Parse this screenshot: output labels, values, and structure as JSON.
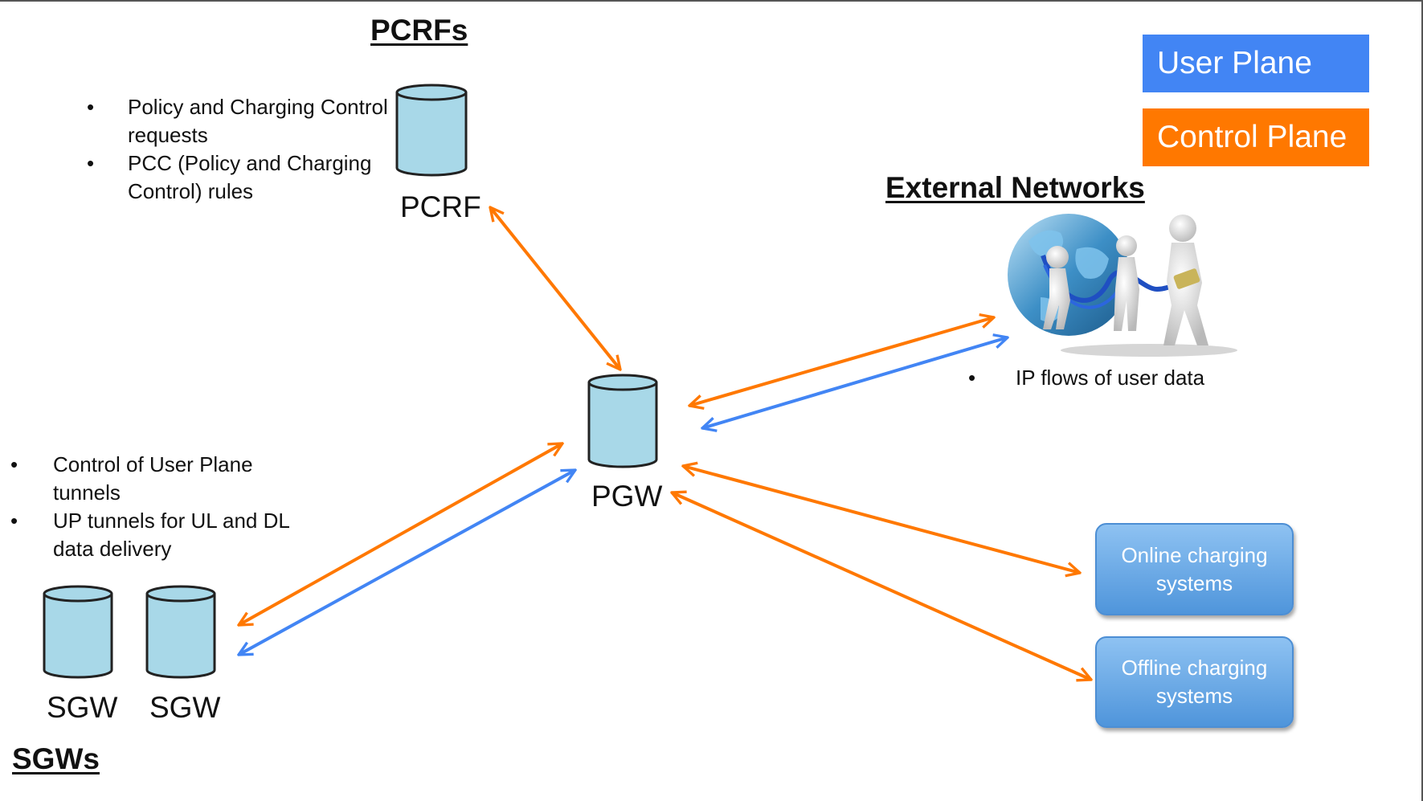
{
  "colors": {
    "user_plane": "#4285f4",
    "control_plane": "#ff7800",
    "database_fill": "#a8d8e8",
    "system_box": "#5a9de0"
  },
  "legend": {
    "user_plane": "User Plane",
    "control_plane": "Control Plane"
  },
  "headings": {
    "pcrfs": "PCRFs",
    "external_networks": "External Networks",
    "sgws": "SGWs"
  },
  "nodes": {
    "pcrf": "PCRF",
    "pgw": "PGW",
    "sgw_1": "SGW",
    "sgw_2": "SGW"
  },
  "notes": {
    "pcrf": [
      "Policy and Charging Control requests",
      "PCC (Policy and Charging Control) rules"
    ],
    "external": [
      "IP flows of user data"
    ],
    "sgw": [
      "Control of User Plane tunnels",
      "UP tunnels for UL and DL data delivery"
    ]
  },
  "systems": {
    "online": "Online charging systems",
    "offline": "Offline charging systems"
  },
  "icons": {
    "database": "cylinder-database-icon",
    "external": "globe-with-people-icon"
  }
}
